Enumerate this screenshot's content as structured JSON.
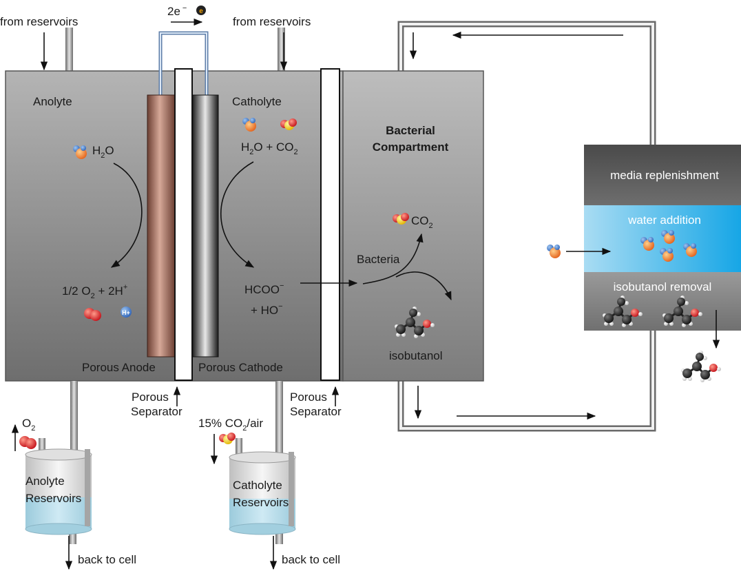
{
  "top": {
    "electron_flow": "2e",
    "electron_charge": "−",
    "electron_symbol": "e",
    "from_reservoirs_left": "from reservoirs",
    "from_reservoirs_right": "from reservoirs"
  },
  "anolyte_chamber": {
    "title": "Anolyte",
    "water_main": "H",
    "water_sub": "2",
    "water_tail": "O",
    "product_a": "1/2 O",
    "product_sub": "2",
    "product_b": " + 2H",
    "product_sup": "+",
    "proton_symbol": "H+"
  },
  "catholyte_chamber": {
    "title": "Catholyte",
    "reactant_a": "H",
    "reactant_sub1": "2",
    "reactant_b": "O + CO",
    "reactant_sub2": "2",
    "formate_main": "HCOO",
    "formate_sup": "−",
    "hydroxide_main": "+ HO",
    "hydroxide_sup": "−"
  },
  "electrodes": {
    "anode_label": "Porous Anode",
    "cathode_label": "Porous Cathode"
  },
  "separators": {
    "left_line1": "Porous",
    "left_line2": "Separator",
    "right_line1": "Porous",
    "right_line2": "Separator"
  },
  "bacterial_compartment": {
    "title_line1": "Bacterial",
    "title_line2": "Compartment",
    "co2_main": "CO",
    "co2_sub": "2",
    "bacteria_label": "Bacteria",
    "product_label": "isobutanol"
  },
  "processing_unit": {
    "media": "media replenishment",
    "water": "water addition",
    "removal": "isobutanol removal"
  },
  "reservoirs": {
    "o2_main": "O",
    "o2_sub": "2",
    "co2air_a": "15% CO",
    "co2air_sub": "2",
    "co2air_b": "/air",
    "anolyte_line1": "Anolyte",
    "anolyte_line2": "Reservoirs",
    "catholyte_line1": "Catholyte",
    "catholyte_line2": "Reservoirs",
    "back_left": "back to cell",
    "back_right": "back to cell"
  },
  "colors": {
    "chamber_fill": "#8c8c8c",
    "anode": "#b47c6c",
    "water_band": "#2eb0e8",
    "media_band": "#5a5a5a",
    "removal_band": "#8a8a8a",
    "reservoir_liquid": "#aed6e6"
  }
}
